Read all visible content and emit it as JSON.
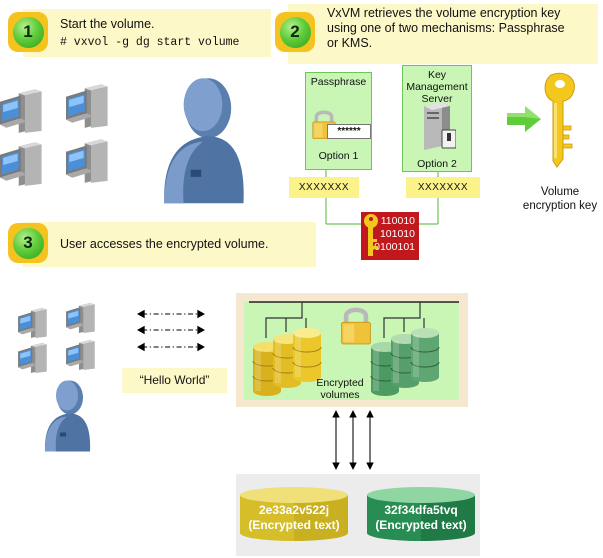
{
  "steps": [
    {
      "number": "1",
      "text": "Start the volume.",
      "command": "# vxvol -g dg start volume"
    },
    {
      "number": "2",
      "text_lines": [
        "VxVM retrieves the volume encryption key",
        "using one of two mechanisms: Passphrase",
        "or KMS."
      ]
    },
    {
      "number": "3",
      "text": "User accesses the encrypted volume."
    }
  ],
  "options": {
    "passphrase": {
      "title": "Passphrase",
      "masked": "******",
      "caption": "Option 1"
    },
    "kms": {
      "title_lines": [
        "Key Management",
        "Server"
      ],
      "caption": "Option 2"
    }
  },
  "masked_values": [
    "XXXXXXX",
    "XXXXXXX"
  ],
  "binary_lines": [
    "110010",
    "101010",
    "10100101"
  ],
  "key_label_lines": [
    "Volume",
    "encryption key"
  ],
  "hello_world": "“Hello World”",
  "encrypted_volumes_lines": [
    "Encrypted",
    "volumes"
  ],
  "ciphertexts": [
    {
      "value": "2e33a2v522j",
      "caption": "(Encrypted text)"
    },
    {
      "value": "32f34dfa5tvq",
      "caption": "(Encrypted text)"
    }
  ],
  "colors": {
    "callout": "#fdf8c8",
    "badge": "#f4c31f",
    "option_box": "#c9f5b5",
    "masked_box": "#fbf28a",
    "binary_box": "#c0181c",
    "volume_panel": "#f5e8cf",
    "gold_disk": "#e9c62d",
    "green_disk": "#3e8f5a",
    "key": "#f2c81d",
    "arrow": "#5fcd3a"
  },
  "icons": [
    "desktop-computer-icon",
    "user-silhouette-icon",
    "padlock-icon",
    "server-icon",
    "key-icon",
    "right-arrow-icon",
    "disk-stack-icon"
  ]
}
